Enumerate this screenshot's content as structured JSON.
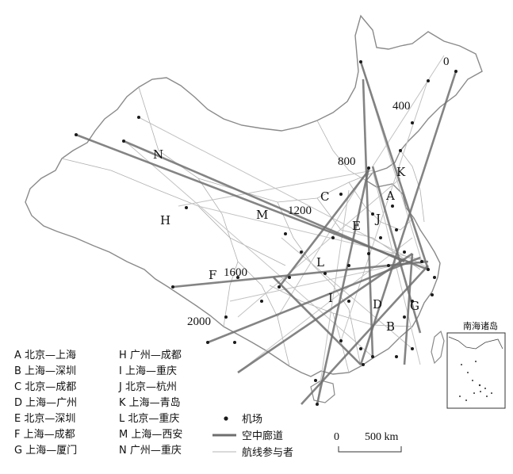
{
  "route_letters": [
    "A",
    "B",
    "C",
    "D",
    "E",
    "F",
    "G",
    "H",
    "I",
    "J",
    "K",
    "L",
    "M",
    "N"
  ],
  "distance_marks": [
    "0",
    "400",
    "800",
    "1200",
    "1600",
    "2000"
  ],
  "legend": {
    "routes": [
      "A 北京—上海",
      "B 上海—深圳",
      "C 北京—成都",
      "D 上海—广州",
      "E 北京—深圳",
      "F 上海—成都",
      "G 上海—厦门",
      "H 广州—成都",
      "I 上海—重庆",
      "J 北京—杭州",
      "K 上海—青岛",
      "L 北京—重庆",
      "M 上海—西安",
      "N 广州—重庆"
    ],
    "symbols": {
      "airport": "机场",
      "corridor": "空中廊道",
      "participant": "航线参与者"
    }
  },
  "scale_bar": {
    "zero": "0",
    "label": "500 km"
  },
  "inset": {
    "title": "南海诸岛"
  },
  "colors": {
    "boundary": "#8a8a8a",
    "corridor": "#6e6e6e",
    "participant": "#c2c2c2",
    "airport": "#1a1a1a"
  }
}
